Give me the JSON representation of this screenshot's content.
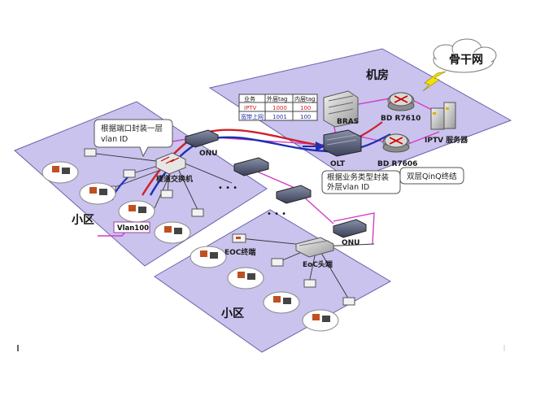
{
  "zones": {
    "machine_room": "机房",
    "community_left": "小区",
    "community_bottom": "小区"
  },
  "cloud": {
    "label": "骨干网"
  },
  "devices": {
    "bras": "BRAS",
    "olt": "OLT",
    "bd_r7610": "BD R7610",
    "bd_r7606": "BD R7606",
    "iptv_server": "IPTV 服务器",
    "onu_top": "ONU",
    "onu_bottom": "ONU",
    "corridor_switch": "楼道交换机",
    "eoc_terminal": "EOC终端",
    "eoc_head": "EoC头端"
  },
  "callouts": {
    "port_vlan": [
      "根据端口封装一层",
      "vlan ID"
    ],
    "service_vlan": [
      "根据业务类型封装",
      "外层vlan ID"
    ],
    "qinq": "双层QinQ终结"
  },
  "vlan_tag": "Vlan100",
  "dots": "• • •",
  "tag_table": {
    "headers": [
      "业务",
      "外层tag",
      "内层tag"
    ],
    "rows": [
      [
        "IPTV",
        "1000",
        "100"
      ],
      [
        "宽带上网",
        "1001",
        "100"
      ]
    ]
  },
  "colors": {
    "zone_fill": "#c9c3ee",
    "fiber": "#d43cc4",
    "vlan_red": "#d0202a",
    "vlan_blue": "#1f2fb0"
  }
}
